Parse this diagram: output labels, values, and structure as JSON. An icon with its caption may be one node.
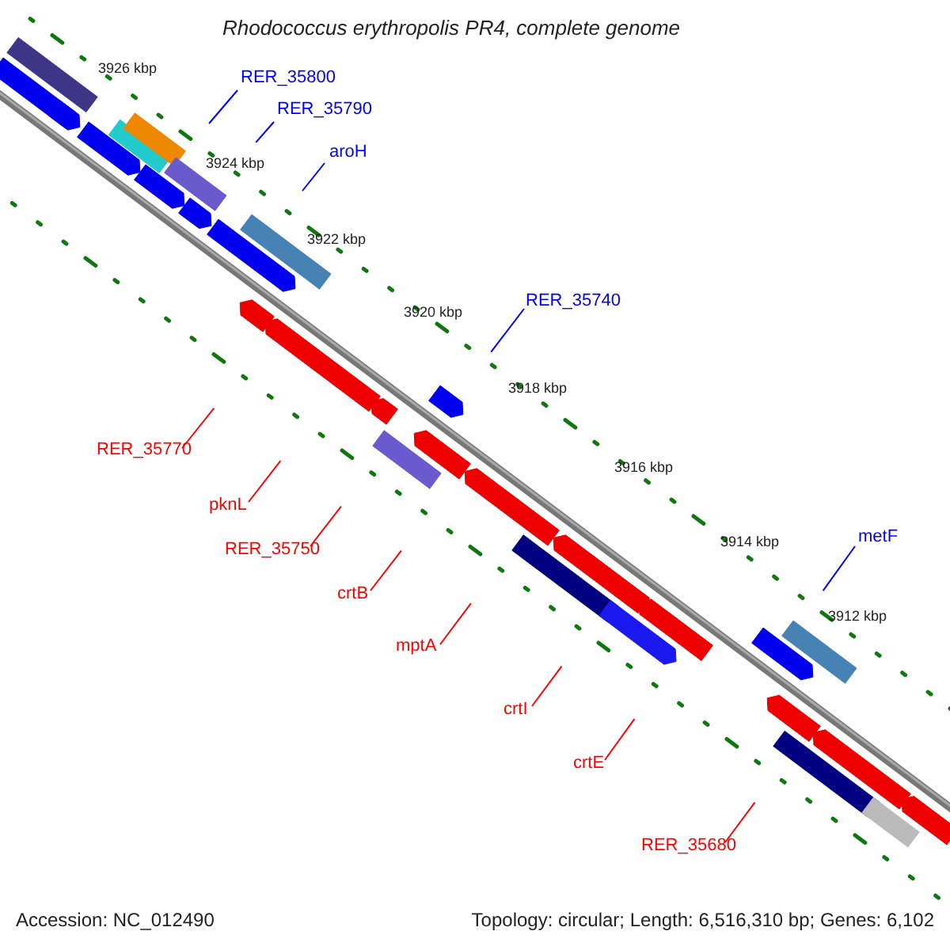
{
  "diagram": {
    "title": "Rhodococcus erythropolis PR4, complete genome",
    "nodes": [
      {
        "text": [
          "RER_35800"
        ]
      },
      {
        "text": [
          "RER_35790"
        ]
      },
      {
        "text": [
          "aroH"
        ]
      },
      {
        "text": [
          "RER_35740"
        ]
      },
      {
        "text": [
          "RER_35770"
        ]
      },
      {
        "text": [
          "pknL"
        ]
      },
      {
        "text": [
          "metF"
        ]
      },
      {
        "text": [
          "RER_35750"
        ]
      },
      {
        "text": [
          "crtB"
        ]
      },
      {
        "text": [
          "mptA"
        ]
      },
      {
        "text": [
          "crtI"
        ]
      },
      {
        "text": [
          "crtE"
        ]
      },
      {
        "text": [
          "RER_35680"
        ]
      }
    ],
    "edges": [
      {
        "from": 0,
        "to": null,
        "arrow": "none",
        "color": "#0000ff"
      },
      {
        "from": 1,
        "to": null,
        "arrow": "none",
        "color": "#0000ff"
      },
      {
        "from": 2,
        "to": null,
        "arrow": "none",
        "color": "#0000ff"
      },
      {
        "from": 3,
        "to": null,
        "arrow": "none",
        "color": "#0000ff"
      },
      {
        "from": 4,
        "to": null,
        "arrow": "none"
      },
      {
        "from": 5,
        "to": null,
        "arrow": "none"
      },
      {
        "from": 6,
        "to": null,
        "arrow": "none",
        "color": "#0000ff"
      },
      {
        "from": 7,
        "to": null,
        "arrow": "none"
      },
      {
        "from": 8,
        "to": null,
        "arrow": "none"
      },
      {
        "from": 9,
        "to": null,
        "arrow": "none"
      },
      {
        "from": 10,
        "to": null,
        "arrow": "none"
      },
      {
        "from": 11,
        "to": null,
        "arrow": "none"
      },
      {
        "from": 12,
        "to": null,
        "arrow": "none"
      }
    ],
    "labels": [
      "3926 kbp",
      "3924 kbp",
      "3922 kbp",
      "3920 kbp",
      "3918 kbp",
      "3916 kbp",
      "3914 kbp",
      "3912 kbp",
      "Accession: NC_012490",
      "Topology: circular; Length: 6,516,310 bp; Genes: 6,102"
    ]
  }
}
